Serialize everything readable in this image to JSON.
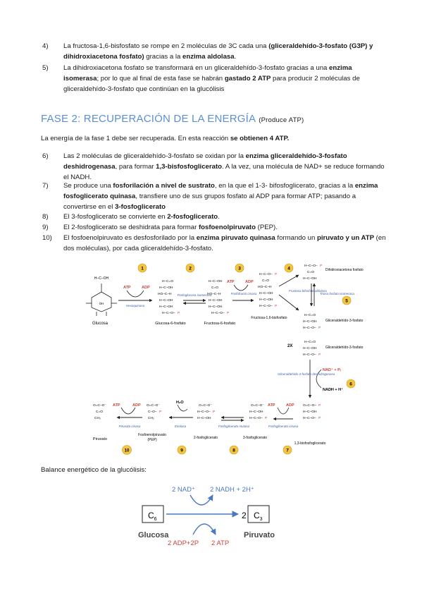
{
  "phase1_steps": [
    {
      "num": "4)",
      "parts": [
        {
          "t": "La fructosa-1,6-bisfosfato se rompe en 2 moléculas de 3C cada una ",
          "b": false
        },
        {
          "t": "(gliceraldehído-3-fosfato (G3P) y dihidroxiacetona fosfato)",
          "b": true
        },
        {
          "t": " gracias a la ",
          "b": false
        },
        {
          "t": "enzima aldolasa",
          "b": true
        },
        {
          "t": ".",
          "b": false
        }
      ]
    },
    {
      "num": "5)",
      "parts": [
        {
          "t": "La dihidroxiacetona fosfato se transformará en un gliceraldehído-3-fosfato gracias a una ",
          "b": false
        },
        {
          "t": "enzima isomerasa",
          "b": true
        },
        {
          "t": "; por lo que al final de esta fase se habrán ",
          "b": false
        },
        {
          "t": "gastado 2 ATP",
          "b": true
        },
        {
          "t": " para producir 2 moléculas de gliceraldehído-3-fosfato que continúan en la glucólisis",
          "b": false
        }
      ]
    }
  ],
  "phase2": {
    "title": "FASE 2: RECUPERACIÓN DE LA ENERGÍA",
    "subtitle": "(Produce ATP)",
    "intro_parts": [
      {
        "t": "La energía de la fase 1 debe ser recuperada. En esta reacción ",
        "b": false
      },
      {
        "t": "se obtienen 4 ATP.",
        "b": true
      }
    ],
    "steps": [
      {
        "num": "6)",
        "parts": [
          {
            "t": "Las 2 moléculas de gliceraldehído-3-fosfato se oxidan por la ",
            "b": false
          },
          {
            "t": "enzima gliceraldehído-3-fosfato deshidrogenasa",
            "b": true
          },
          {
            "t": ", para formar ",
            "b": false
          },
          {
            "t": "1,3-bisfosfoglicerato",
            "b": true
          },
          {
            "t": ". A la vez, una molécula de NAD+ se reduce formando el NADH.",
            "b": false
          }
        ]
      },
      {
        "num": "7)",
        "parts": [
          {
            "t": "Se produce una ",
            "b": false
          },
          {
            "t": "fosforilación a nivel de sustrato",
            "b": true
          },
          {
            "t": ", en la que el 1-3- bifosfoglicerato, gracias a la ",
            "b": false
          },
          {
            "t": "enzima fosfoglicerato quinasa",
            "b": true
          },
          {
            "t": ", transfiere uno de sus grupos fosfato al ADP para formar ATP; pasando a convertirse en el ",
            "b": false
          },
          {
            "t": "3-fosfoglicerato",
            "b": true
          }
        ]
      },
      {
        "num": "8)",
        "parts": [
          {
            "t": "El 3-fosfoglicerato se convierte en ",
            "b": false
          },
          {
            "t": "2-fosfoglicerato",
            "b": true
          },
          {
            "t": ".",
            "b": false
          }
        ]
      },
      {
        "num": "9)",
        "parts": [
          {
            "t": "El 2-fosfoglicerato se deshidrata para formar ",
            "b": false
          },
          {
            "t": "fosfoenolpiruvato",
            "b": true
          },
          {
            "t": " (PEP).",
            "b": false
          }
        ]
      },
      {
        "num": "10)",
        "parts": [
          {
            "t": "El fosfoenolpiruvato es desfosforilado por la ",
            "b": false
          },
          {
            "t": "enzima piruvato quinasa",
            "b": true
          },
          {
            "t": " formando un ",
            "b": false
          },
          {
            "t": "piruvato y un ATP",
            "b": true
          },
          {
            "t": " (en dos moléculas), por cada gliceraldehído-3-fosfato.",
            "b": false
          }
        ]
      }
    ]
  },
  "diagram": {
    "step_numbers": [
      "1",
      "2",
      "3",
      "4",
      "5",
      "6",
      "7",
      "8",
      "9",
      "10"
    ],
    "molecules": {
      "glucosa": "Glucosa",
      "g6p": "Glucosa-6-fosfato",
      "f6p": "Fructosa-6-fosfato",
      "f16bp": "Fructosa-1,6-bisfosfato",
      "dhap": "Dihidroxiacetona fosfato",
      "g3p": "Gliceraldehído-3-fosfato",
      "g3p2": "Gliceraldehído-3-fosfato",
      "bpg": "1,3-bisfosfoglicerato",
      "pg3": "3-fosfoglicerato",
      "pg2": "2-fosfoglicerato",
      "pep": "Fosfoenolpiruvato",
      "pep_abbr": "(PEP)",
      "piruvato": "Piruvato"
    },
    "enzymes": {
      "hexoquinasa": "Hexoquinasa",
      "fosfoglucosa": "Fosfoglucosa isomerasa",
      "fosfofructo": "Fosfofructo cinasa",
      "aldolasa": "Fructosa bifosfato aldolasa",
      "triosa": "Triosa fosfato isomerasa",
      "g3pdh": "Gliceraldehído-3-fosfato deshidrogenasa",
      "pgk": "Fosfoglicerato cinasa",
      "pgm": "Fosfoglicerato mutasa",
      "enolasa": "Enolasa",
      "pk": "Piruvato cinasa"
    },
    "cofactors": {
      "atp": "ATP",
      "adp": "ADP",
      "h2o": "H₂O",
      "nad": "NAD⁺ + Pᵢ",
      "nadh": "NADH + H⁺",
      "x2": "2X"
    }
  },
  "balance": {
    "title": "Balance energético de la glucólisis:",
    "c6": "C",
    "c6_sub": "6",
    "c3": "C",
    "c3_sub": "3",
    "coef": "2",
    "glucosa": "Glucosa",
    "piruvato": "Piruvato",
    "nad": "2 NAD⁺",
    "nadh": "2 NADH + 2H⁺",
    "adp": "2 ADP+2P",
    "atp": "2 ATP",
    "color_blue": "#4a79c2",
    "color_red": "#c8443a"
  }
}
